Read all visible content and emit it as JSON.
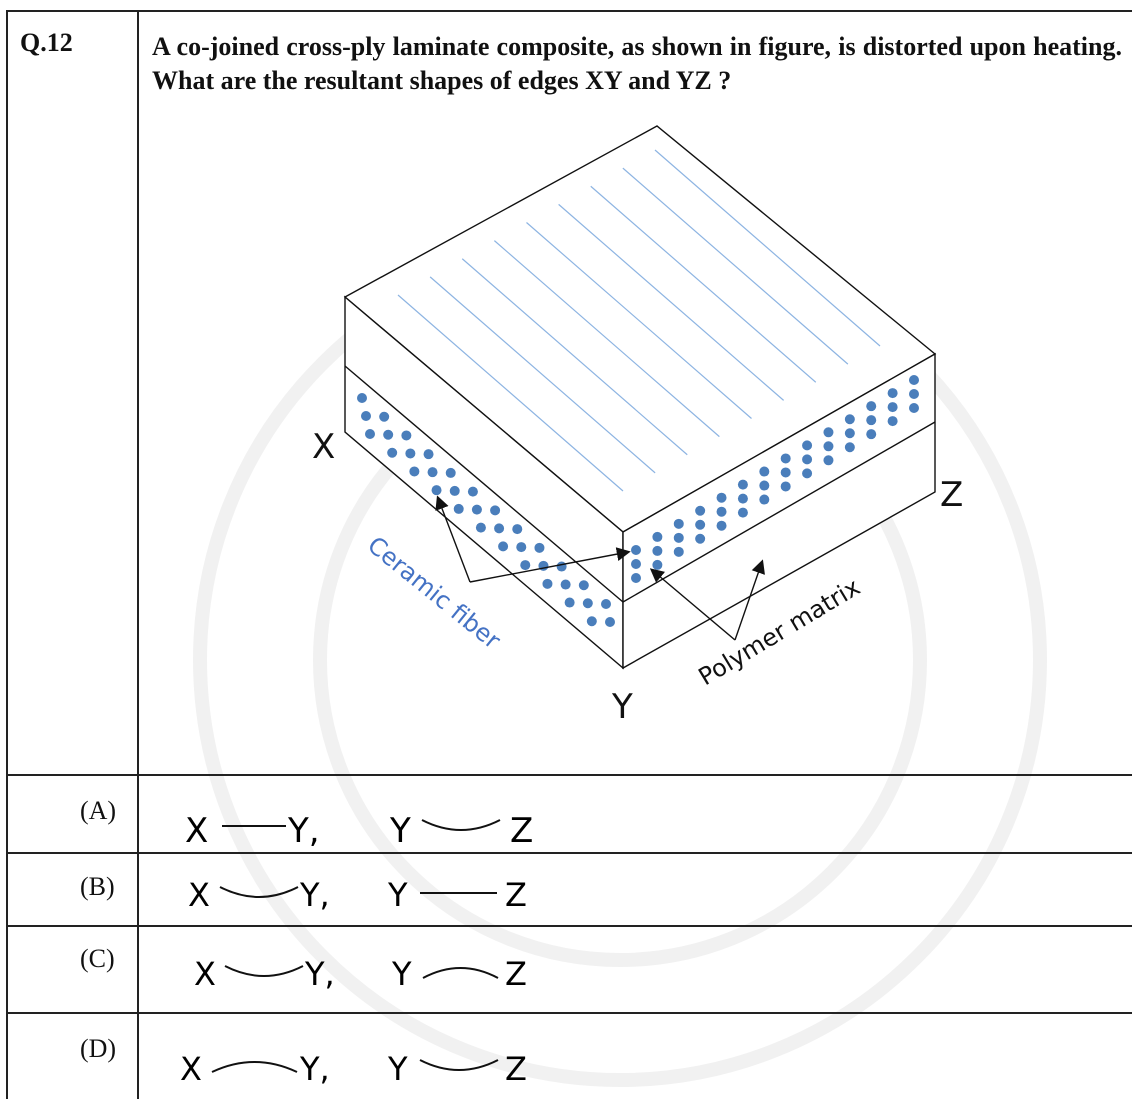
{
  "question": {
    "number": "Q.12",
    "text": "A co-joined cross-ply laminate composite, as shown in figure, is distorted upon heating. What are the resultant shapes of edges XY and YZ ?"
  },
  "figure": {
    "label_x": "X",
    "label_y": "Y",
    "label_z": "Z",
    "label_ceramic": "Ceramic fiber",
    "label_polymer": "Polymer matrix",
    "fiber_color": "#4a7ebb",
    "fiber_line_color": "#8db4e2",
    "ceramic_text_color": "#4472c4"
  },
  "options": [
    {
      "label": "(A)",
      "xy": {
        "start": "X",
        "end": "Y,",
        "shape": "straight"
      },
      "yz": {
        "start": "Y",
        "end": "Z",
        "shape": "smile"
      }
    },
    {
      "label": "(B)",
      "xy": {
        "start": "X",
        "end": "Y,",
        "shape": "smile"
      },
      "yz": {
        "start": "Y",
        "end": "Z",
        "shape": "straight"
      }
    },
    {
      "label": "(C)",
      "xy": {
        "start": "X",
        "end": "Y,",
        "shape": "smile"
      },
      "yz": {
        "start": "Y",
        "end": "Z",
        "shape": "frown"
      }
    },
    {
      "label": "(D)",
      "xy": {
        "start": "X",
        "end": "Y,",
        "shape": "frown"
      },
      "yz": {
        "start": "Y",
        "end": "Z",
        "shape": "smile"
      }
    }
  ]
}
